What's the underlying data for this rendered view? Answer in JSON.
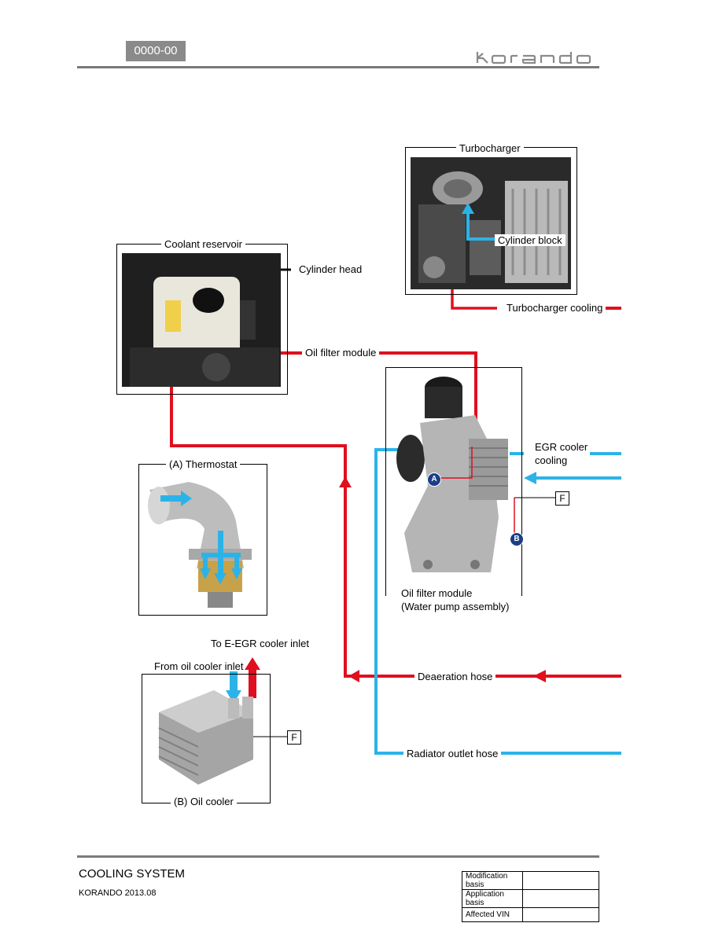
{
  "header": {
    "code": "0000-00",
    "brand": "korando"
  },
  "diagram": {
    "turbocharger": "Turbocharger",
    "cylinder_block": "Cylinder  block",
    "turbocharger_cooling": "Turbocharger cooling",
    "coolant_reservoir": "Coolant reservoir",
    "cylinder_head": "Cylinder head",
    "oil_filter_module_top": "Oil filter module",
    "egr_cooler_cooling": "EGR cooler\ncooling",
    "f_label": "F",
    "badge_a": "A",
    "badge_b": "B",
    "oil_filter_caption": "Oil filter module\n(Water pump assembly)",
    "thermostat": "(A) Thermostat",
    "to_egr": "To E-EGR cooler inlet",
    "from_oil": "From oil cooler inlet",
    "oil_cooler": "(B) Oil cooler",
    "deaeration_hose": "Deaeration hose",
    "radiator_outlet_hose": "Radiator outlet hose",
    "colors": {
      "hot": "#e0101e",
      "cold": "#2bb3e8"
    }
  },
  "footer": {
    "title": "COOLING SYSTEM",
    "subtitle": "KORANDO 2013.08",
    "table": [
      {
        "key": "Modification basis",
        "value": ""
      },
      {
        "key": "Application basis",
        "value": ""
      },
      {
        "key": "Affected VIN",
        "value": ""
      }
    ]
  }
}
